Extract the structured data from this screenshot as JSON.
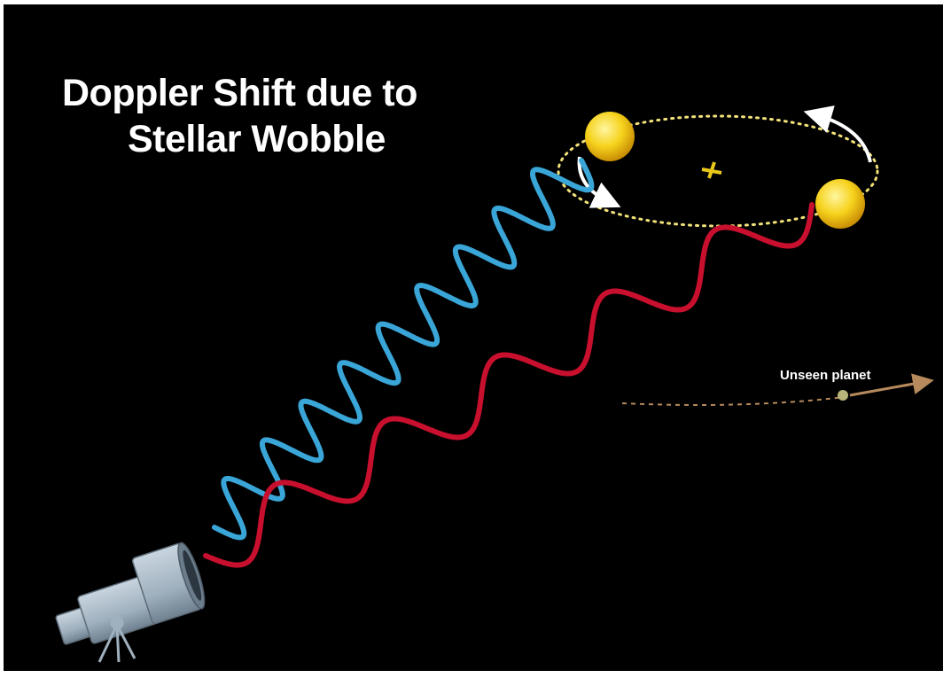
{
  "title": {
    "line1": "Doppler Shift due to",
    "line2": "Stellar Wobble"
  },
  "planet_label": "Unseen planet",
  "colors": {
    "background": "#000000",
    "blue_wave": "#3aa6d8",
    "red_wave": "#c8102e",
    "star": "#f6d21c",
    "orbit_dots": "#f3e27a",
    "planet": "#b9b57a",
    "planet_path": "#b68a5c",
    "telescope": "#9fb0be"
  },
  "icons": [
    "telescope-icon",
    "star-icon",
    "planet-icon",
    "arrow-icon",
    "barycenter-icon"
  ]
}
